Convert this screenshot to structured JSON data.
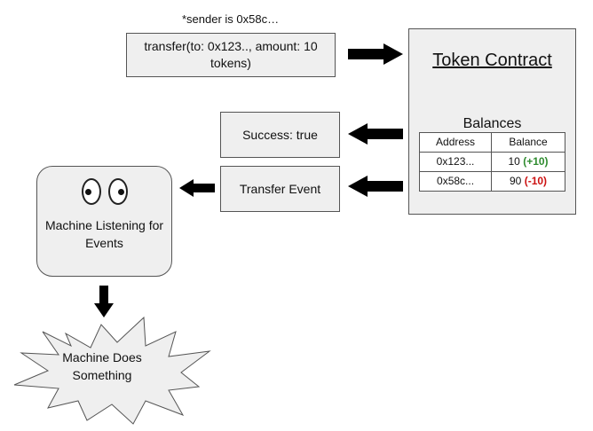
{
  "note": {
    "sender": "*sender is 0x58c…"
  },
  "call": {
    "text": "transfer(to: 0x123.., amount: 10 tokens)"
  },
  "contract": {
    "title": "Token Contract",
    "balances_heading": "Balances",
    "columns": [
      "Address",
      "Balance"
    ],
    "rows": [
      {
        "address": "0x123...",
        "balance": "10",
        "change": "(+10)",
        "change_color": "#2e8b2e"
      },
      {
        "address": "0x58c...",
        "balance": "90",
        "change": "(-10)",
        "change_color": "#cc1111"
      }
    ]
  },
  "responses": {
    "success": "Success: true",
    "event": "Transfer Event"
  },
  "machine": {
    "label": "Machine Listening for Events",
    "icon": "eyes-icon"
  },
  "outcome": {
    "label": "Machine Does Something",
    "icon": "starburst-shape"
  },
  "colors": {
    "box_fill": "#efefef",
    "border": "#555555",
    "arrow": "#000000",
    "positive": "#2e8b2e",
    "negative": "#cc1111"
  }
}
